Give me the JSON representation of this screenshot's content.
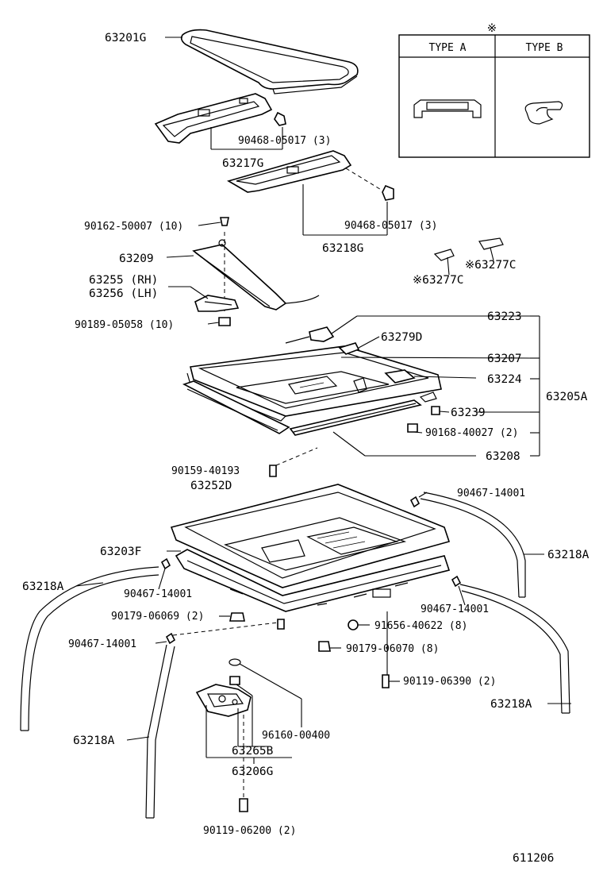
{
  "diagram": {
    "figure_number": "611206",
    "legend": {
      "symbol": "※",
      "type_a": "TYPE A",
      "type_b": "TYPE B"
    },
    "labels": {
      "p63201G": "63201G",
      "p90468_05017_a": "90468-05017 (3)",
      "p63217G": "63217G",
      "p90468_05017_b": "90468-05017 (3)",
      "p63218G": "63218G",
      "p90162_50007": "90162-50007 (10)",
      "p63209": "63209",
      "p63255": "63255 (RH)",
      "p63256": "63256 (LH)",
      "p90189_05058": "90189-05058 (10)",
      "p63277C_a": "※63277C",
      "p63277C_b": "※63277C",
      "p63223": "63223",
      "p63279D": "63279D",
      "p63207": "63207",
      "p63224": "63224",
      "p63205A": "63205A",
      "p63239": "63239",
      "p90168_40027": "90168-40027 (2)",
      "p63208": "63208",
      "p90159_40193": "90159-40193",
      "p63252D": "63252D",
      "p90467_14001_a": "90467-14001",
      "p63218A_a": "63218A",
      "p63203F": "63203F",
      "p63218A_b": "63218A",
      "p90467_14001_b": "90467-14001",
      "p90467_14001_c": "90467-14001",
      "p90179_06069": "90179-06069 (2)",
      "p91656_40622": "91656-40622 (8)",
      "p90467_14001_d": "90467-14001",
      "p90179_06070": "90179-06070 (8)",
      "p90119_06390": "90119-06390 (2)",
      "p63218A_c": "63218A",
      "p96160_00400": "96160-00400",
      "p63265B": "63265B",
      "p63218A_d": "63218A",
      "p63206G": "63206G",
      "p90119_06200": "90119-06200 (2)"
    }
  }
}
